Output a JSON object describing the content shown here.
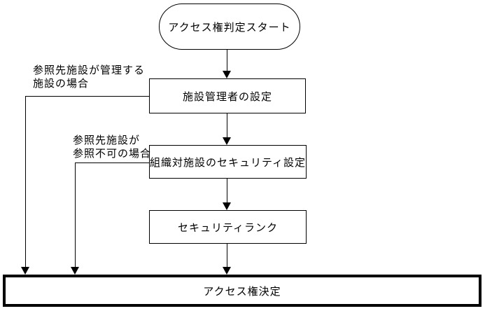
{
  "colors": {
    "line": "#000000",
    "background": "#ffffff"
  },
  "nodes": {
    "start": "アクセス権判定スタート",
    "step1": "施設管理者の設定",
    "step2": "組織対施設のセキュリティ設定",
    "step3": "セキュリティランク",
    "end": "アクセス権決定"
  },
  "branches": [
    {
      "line1": "参照先施設が管理する",
      "line2": "施設の場合"
    },
    {
      "line1": "参照先施設が",
      "line2": "参照不可の場合"
    }
  ]
}
